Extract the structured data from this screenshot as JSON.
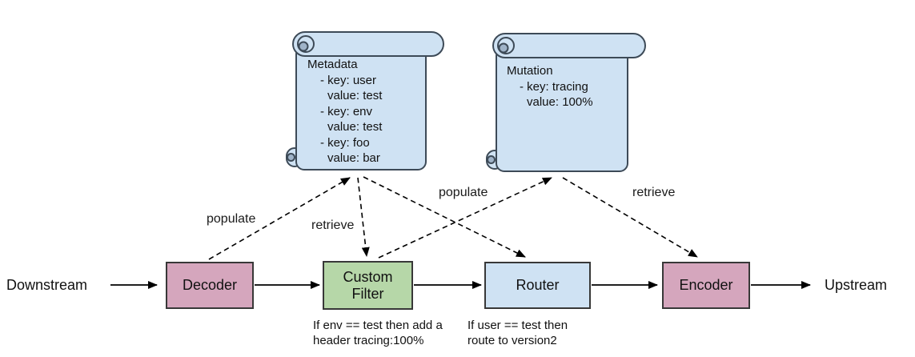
{
  "diagram": {
    "endpoints": {
      "downstream": "Downstream",
      "upstream": "Upstream"
    },
    "nodes": [
      {
        "id": "decoder",
        "label": "Decoder",
        "fill": "#d5a6bd"
      },
      {
        "id": "custom-filter",
        "label": "Custom\nFilter",
        "fill": "#b6d7a8",
        "caption": "If env == test then add a\nheader tracing:100%"
      },
      {
        "id": "router",
        "label": "Router",
        "fill": "#cfe2f3",
        "caption": "If user == test then\nroute to version2"
      },
      {
        "id": "encoder",
        "label": "Encoder",
        "fill": "#d5a6bd"
      }
    ],
    "scrolls": {
      "metadata": {
        "title": "Metadata",
        "lines": [
          "- key: user",
          "value: test",
          "- key: env",
          "value: test",
          "- key: foo",
          "value: bar"
        ],
        "fill": "#cfe2f3"
      },
      "mutation": {
        "title": "Mutation",
        "lines": [
          "- key: tracing",
          "value: 100%"
        ],
        "fill": "#cfe2f3"
      }
    },
    "edge_labels": {
      "populate_decoder_metadata": "populate",
      "retrieve_metadata_filter": "retrieve",
      "populate_filter_mutation": "populate",
      "retrieve_mutation_encoder": "retrieve"
    },
    "colors": {
      "line": "#000000",
      "node_border": "#383838",
      "scroll_border": "#3d4a57",
      "scroll_fill": "#cfe2f3",
      "scroll_accent": "#9fb3c8",
      "decoder_fill": "#d5a6bd",
      "filter_fill": "#b6d7a8",
      "router_fill": "#cfe2f3",
      "encoder_fill": "#d5a6bd"
    }
  }
}
